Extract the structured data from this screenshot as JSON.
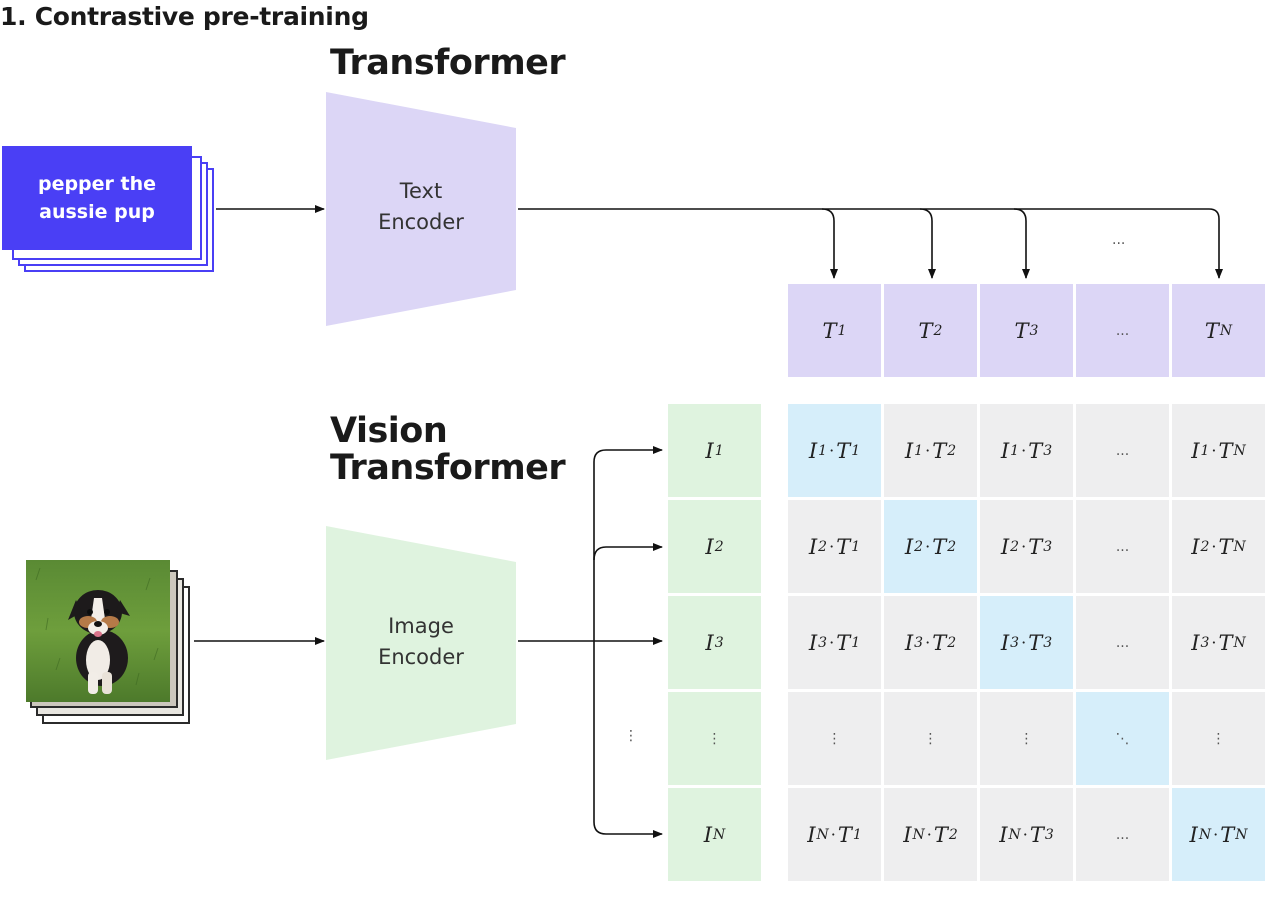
{
  "heading": "1. Contrastive pre-training",
  "text_model": {
    "label": "Transformer",
    "encoder_label_line1": "Text",
    "encoder_label_line2": "Encoder"
  },
  "vision_model": {
    "label_line1": "Vision",
    "label_line2": "Transformer",
    "encoder_label_line1": "Image",
    "encoder_label_line2": "Encoder"
  },
  "text_input": {
    "line1": "pepper the",
    "line2": "aussie pup"
  },
  "image_input": {
    "icon": "puppy-photo-icon"
  },
  "ellipsis_horizontal": "...",
  "ellipsis_vertical": "⋮",
  "ellipsis_diagonal": "⋱",
  "text_embeddings": [
    {
      "sym": "T",
      "sub": "1"
    },
    {
      "sym": "T",
      "sub": "2"
    },
    {
      "sym": "T",
      "sub": "3"
    },
    {
      "sym": "...",
      "sub": ""
    },
    {
      "sym": "T",
      "sub": "N"
    }
  ],
  "image_embeddings": [
    {
      "sym": "I",
      "sub": "1"
    },
    {
      "sym": "I",
      "sub": "2"
    },
    {
      "sym": "I",
      "sub": "3"
    },
    {
      "sym": "⋮",
      "sub": ""
    },
    {
      "sym": "I",
      "sub": "N"
    }
  ],
  "colors": {
    "text_input_blue": "#4a3ff5",
    "text_encoder_purple": "#dcd6f6",
    "image_encoder_green": "#dff3df",
    "matrix_cell_gray": "#eeeeef",
    "diagonal_cell_blue": "#d6eefa"
  }
}
